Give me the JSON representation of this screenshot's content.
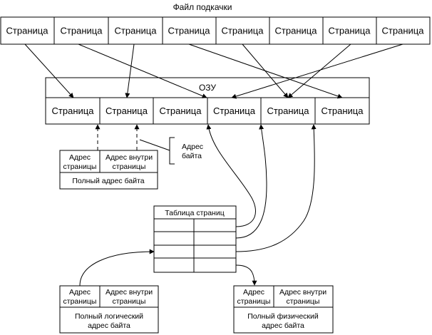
{
  "swap_file": {
    "title": "Файл подкачки",
    "pages": [
      "Страница",
      "Страница",
      "Страница",
      "Страница",
      "Страница",
      "Страница",
      "Страница",
      "Страница"
    ]
  },
  "ram": {
    "title": "ОЗУ",
    "pages": [
      "Страница",
      "Страница",
      "Страница",
      "Страница",
      "Страница",
      "Страница"
    ]
  },
  "byte_address": {
    "page_address": [
      "Адрес",
      "страницы"
    ],
    "offset": [
      "Адрес внутри",
      "страницы"
    ],
    "full": "Полный адрес байта"
  },
  "byte_callout": [
    "Адрес",
    "байта"
  ],
  "page_table": {
    "title": "Таблица страниц"
  },
  "logical_address": {
    "page_address": [
      "Адрес",
      "страницы"
    ],
    "offset": [
      "Адрес внутри",
      "страницы"
    ],
    "full": [
      "Полный логический",
      "адрес байта"
    ]
  },
  "physical_address": {
    "page_address": [
      "Адрес",
      "страницы"
    ],
    "offset": [
      "Адрес внутри",
      "страницы"
    ],
    "full": [
      "Полный физический",
      "адрес байта"
    ]
  }
}
